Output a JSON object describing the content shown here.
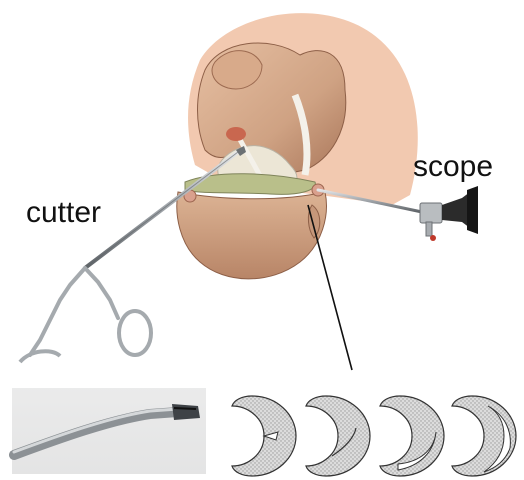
{
  "labels": {
    "cutter": "cutter",
    "scope": "scope"
  },
  "colors": {
    "bone": "#cfa283",
    "bone_shadow": "#a9765a",
    "cartilage": "#ece6d6",
    "meniscus": "#b9bf8a",
    "instrument": "#9ea3a8",
    "pointer": "#111111",
    "meniscus_fill": "#d8d8d8"
  },
  "illustration": {
    "subject": "knee-joint",
    "instruments": [
      "cutter",
      "scope"
    ],
    "closeup": "cutter-tip-photo",
    "meniscus_tear_diagrams": 4
  }
}
